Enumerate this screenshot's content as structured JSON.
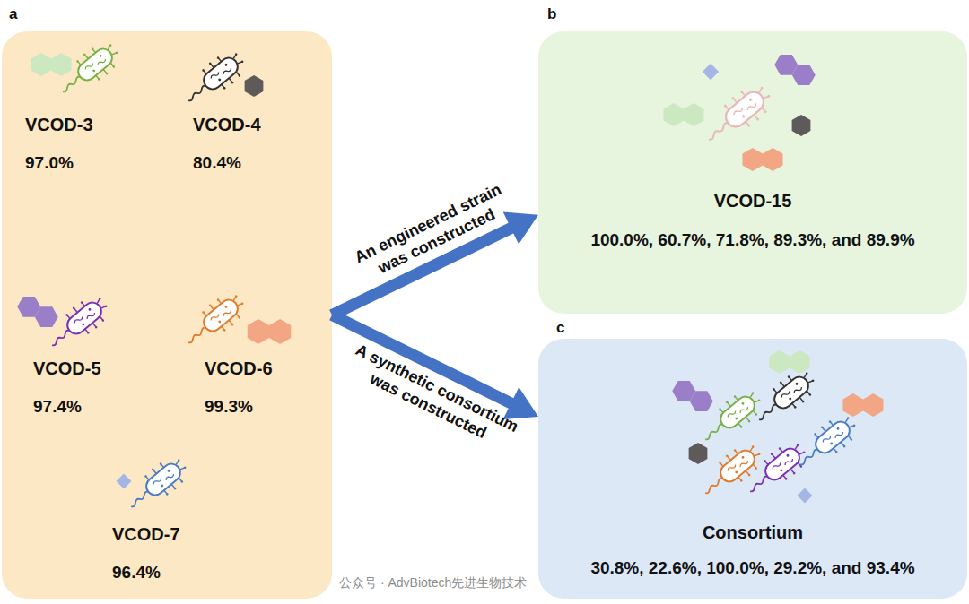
{
  "diagram": {
    "nodes": [
      {
        "text": [
          "a"
        ]
      },
      {
        "text": [
          "VCOD-3",
          "97.0%"
        ],
        "in": 0
      },
      {
        "text": [
          "VCOD-4",
          "80.4%"
        ],
        "in": 0
      },
      {
        "text": [
          "VCOD-5",
          "97.4%"
        ],
        "in": 0
      },
      {
        "text": [
          "VCOD-6",
          "99.3%"
        ],
        "in": 0
      },
      {
        "text": [
          "VCOD-7",
          "96.4%"
        ],
        "in": 0
      },
      {
        "text": [
          "b",
          "VCOD-15",
          "100.0%, 60.7%, 71.8%, 89.3%, and 89.9%"
        ]
      },
      {
        "text": [
          "c",
          "Consortium",
          "30.8%, 22.6%, 100.0%, 29.2%, and 93.4%"
        ]
      }
    ],
    "edges": [
      {
        "from": 0,
        "to": 6,
        "arrow": "to",
        "label": "An engineered strain was constructed"
      },
      {
        "from": 0,
        "to": 7,
        "arrow": "to",
        "label": "A synthetic consortium was constructed"
      }
    ],
    "labels": [
      "公众号 · AdvBiotech先进生物技术"
    ]
  }
}
